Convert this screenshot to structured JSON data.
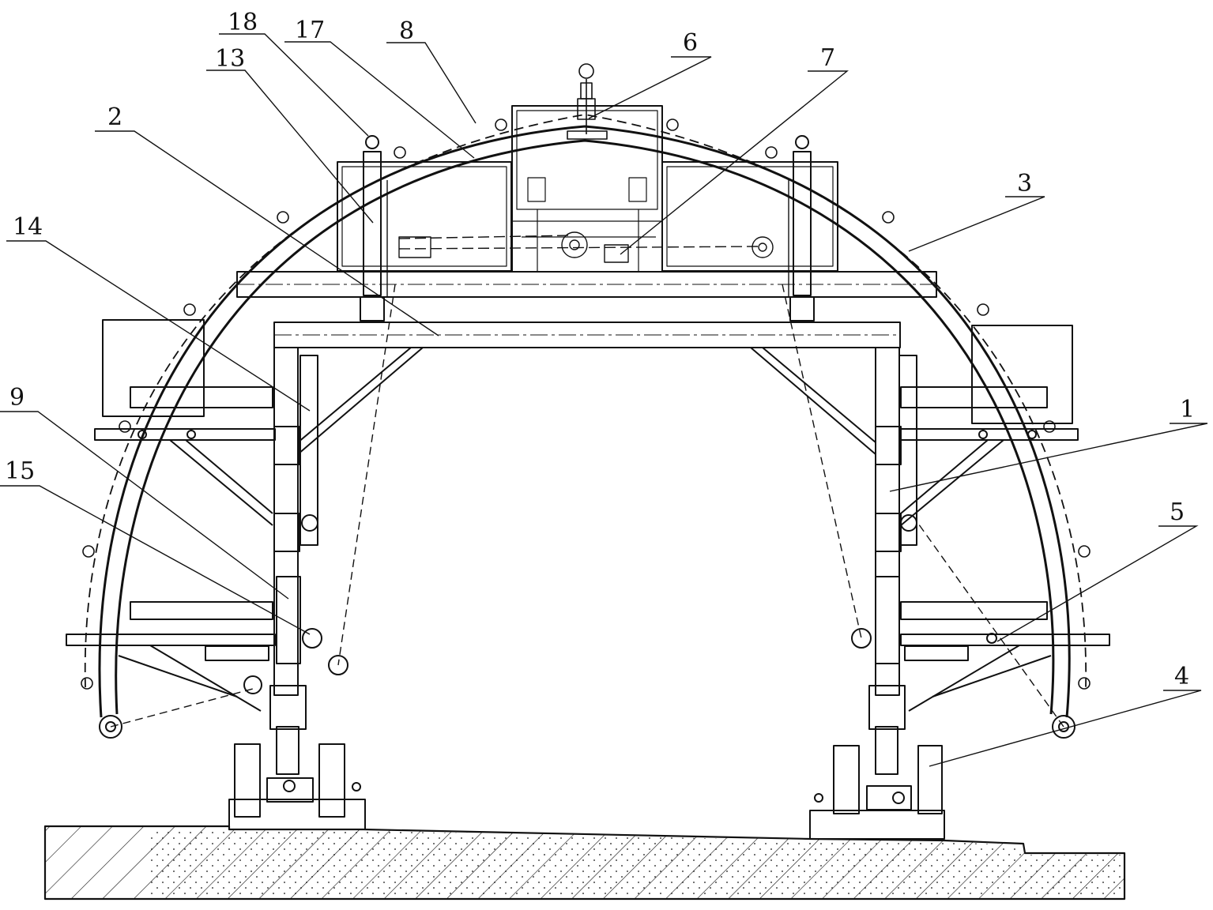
{
  "diagram": {
    "callouts": [
      {
        "id": "18",
        "label": "18"
      },
      {
        "id": "17",
        "label": "17"
      },
      {
        "id": "8",
        "label": "8"
      },
      {
        "id": "6",
        "label": "6"
      },
      {
        "id": "7",
        "label": "7"
      },
      {
        "id": "13",
        "label": "13"
      },
      {
        "id": "2",
        "label": "2"
      },
      {
        "id": "3",
        "label": "3"
      },
      {
        "id": "14",
        "label": "14"
      },
      {
        "id": "1",
        "label": "1"
      },
      {
        "id": "9",
        "label": "9"
      },
      {
        "id": "15",
        "label": "15"
      },
      {
        "id": "5",
        "label": "5"
      },
      {
        "id": "4",
        "label": "4"
      }
    ]
  },
  "colors": {
    "line": "#111111",
    "background": "#ffffff"
  }
}
